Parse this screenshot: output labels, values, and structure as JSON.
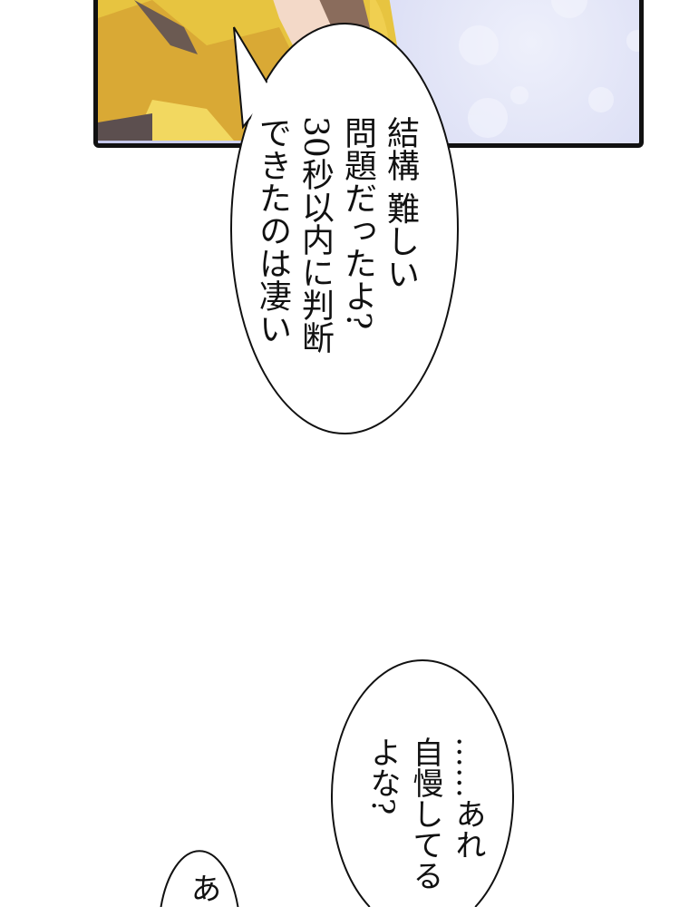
{
  "panel": {
    "art": "character-illustration",
    "colors": {
      "border": "#111111",
      "background": "#d4d7f2",
      "character": "#e8c23a"
    }
  },
  "bubbles": [
    {
      "lines": [
        "結構 難しい",
        "問題だったよ?",
        "30秒以内に判断",
        "できたのは凄い"
      ]
    },
    {
      "lines": [
        "……あれ",
        "自慢してる",
        "よな?"
      ]
    },
    {
      "lines": [
        "あ"
      ]
    }
  ]
}
